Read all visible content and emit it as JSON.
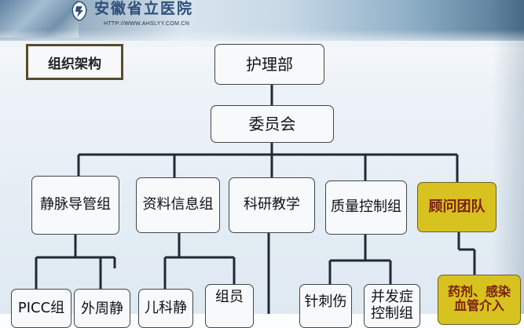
{
  "header": {
    "hospital_name": "安徽省立医院",
    "url": "HTTP://WWW.AHSLYY.COM.CN"
  },
  "tag": "组织架构",
  "org": {
    "root": "护理部",
    "committee": "委员会",
    "groups": [
      {
        "label": "静脉导管组"
      },
      {
        "label": "资料信息组"
      },
      {
        "label": "科研教学"
      },
      {
        "label": "质量控制组"
      },
      {
        "label": "顾问团队",
        "highlight": "#d8c21f"
      }
    ],
    "subgroups": [
      {
        "label": "PICC组"
      },
      {
        "label": "外周静"
      },
      {
        "label": "儿科静"
      },
      {
        "label": "组员"
      },
      {
        "label": "针刺伤"
      },
      {
        "label": "并发症控制组"
      },
      {
        "label": "药剂、感染血管介入",
        "highlight": "#d8c21f"
      }
    ]
  },
  "colors": {
    "connector": "#1f2a36",
    "node_border": "#3f4650",
    "highlight": "#d8c21f"
  }
}
